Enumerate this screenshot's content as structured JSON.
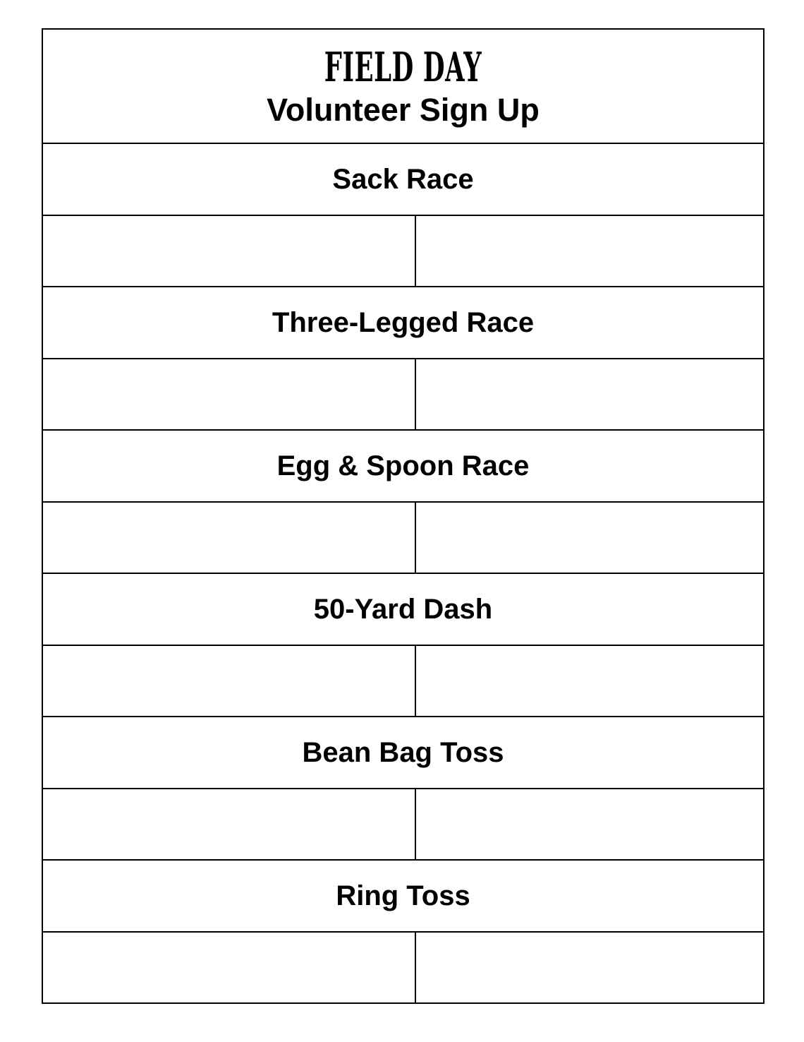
{
  "header": {
    "title": "FIELD DAY",
    "subtitle": "Volunteer Sign Up"
  },
  "events": [
    {
      "label": "Sack Race",
      "slots": [
        "",
        ""
      ]
    },
    {
      "label": "Three-Legged Race",
      "slots": [
        "",
        ""
      ]
    },
    {
      "label": "Egg & Spoon Race",
      "slots": [
        "",
        ""
      ]
    },
    {
      "label": "50-Yard Dash",
      "slots": [
        "",
        ""
      ]
    },
    {
      "label": "Bean Bag Toss",
      "slots": [
        "",
        ""
      ]
    },
    {
      "label": "Ring Toss",
      "slots": [
        "",
        ""
      ]
    }
  ],
  "slots_per_event": 2,
  "colors": {
    "background": "#ffffff",
    "border": "#000000",
    "text": "#000000"
  }
}
